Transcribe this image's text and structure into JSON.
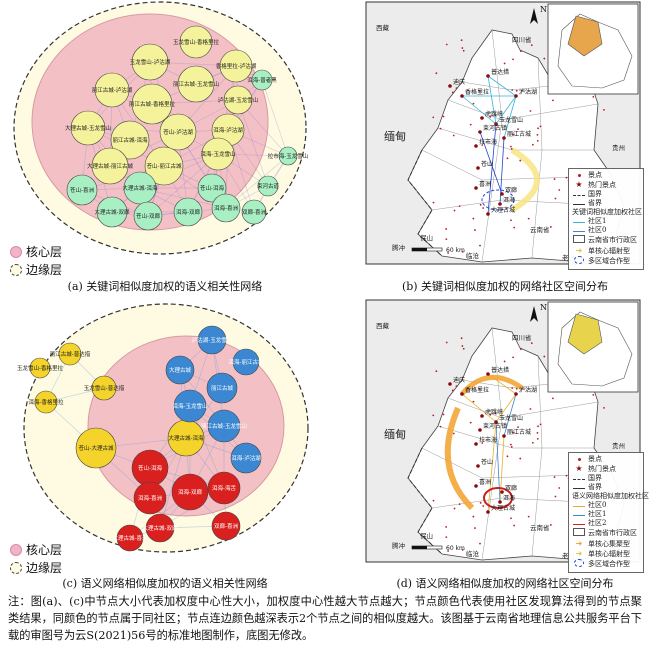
{
  "panel_a": {
    "caption": "(a) 关键词相似度加权的语义相关性网络",
    "legend_core": "核心层",
    "legend_edge": "边缘层",
    "nodes": [
      {
        "label": "玉龙雪山-香格里拉",
        "color": "yellow"
      },
      {
        "label": "玉龙雪山-泸沽湖",
        "color": "yellow"
      },
      {
        "label": "香格里拉-泸沽湖",
        "color": "yellow"
      },
      {
        "label": "丽江古城-玉龙雪山",
        "color": "yellow"
      },
      {
        "label": "丽江古城-泸沽湖",
        "color": "yellow"
      },
      {
        "label": "泸沽湖-玉龙雪山",
        "color": "yellow"
      },
      {
        "label": "丽江古城-香格里拉",
        "color": "yellow"
      },
      {
        "label": "洱海-泸沽湖",
        "color": "yellow"
      },
      {
        "label": "大理古城-玉龙雪山",
        "color": "yellow"
      },
      {
        "label": "丽江古城-洱海",
        "color": "yellow"
      },
      {
        "label": "苍山-泸沽湖",
        "color": "yellow"
      },
      {
        "label": "洱海-玉龙雪山",
        "color": "yellow"
      },
      {
        "label": "大理古城-丽江古城",
        "color": "yellow"
      },
      {
        "label": "苍山-丽江古城",
        "color": "yellow"
      },
      {
        "label": "大理古城-洱海",
        "color": "green"
      },
      {
        "label": "苍山-洱海",
        "color": "green"
      },
      {
        "label": "大理古城-双廊",
        "color": "green"
      },
      {
        "label": "苍山-双廊",
        "color": "green"
      },
      {
        "label": "洱海-双廊",
        "color": "green"
      },
      {
        "label": "洱海-喜洲",
        "color": "green"
      },
      {
        "label": "双廊-喜洲",
        "color": "green"
      },
      {
        "label": "苍山-喜洲",
        "color": "green"
      },
      {
        "label": "洱海-普者黑",
        "color": "green"
      },
      {
        "label": "拉市海-玉龙雪山",
        "color": "green"
      },
      {
        "label": "束河古道",
        "color": "green"
      }
    ]
  },
  "panel_b": {
    "caption": "(b) 关键词相似度加权的网络社区空间分布",
    "labels": {
      "xizang": "西藏",
      "sichuan": "四川省",
      "miandian": "缅甸",
      "guizhou": "贵州",
      "yunnan": "云南省",
      "laowo": "老挝",
      "baoshan": "保山",
      "tengchong": "腾冲",
      "lincang": "临沧",
      "puzhehei": "普达措",
      "deqin": "迪庆",
      "xianggelila": "香格里拉",
      "lugu": "泸沽湖",
      "hutiao": "虎跳峡",
      "yulong": "玉龙雪山",
      "shuhe": "束河古镇",
      "lijiang": "丽江古城",
      "lashi": "拉市海",
      "cangshan": "苍山",
      "xizhou": "喜洲",
      "shuanglang": "双廊",
      "erhai": "洱海",
      "dali": "大理古城",
      "scale": "60 km",
      "north": "N"
    },
    "legend": [
      {
        "sym": "dot",
        "label": "景点"
      },
      {
        "sym": "star",
        "label": "热门景点"
      },
      {
        "sym": "dash",
        "label": "国界"
      },
      {
        "sym": "line",
        "label": "省界"
      },
      {
        "sym": "text",
        "label": "关键词相似度加权社区"
      },
      {
        "sym": "cyan",
        "label": "社区1"
      },
      {
        "sym": "blue",
        "label": "社区0"
      },
      {
        "sym": "box",
        "label": "云南省市行政区"
      },
      {
        "sym": "yarrow",
        "label": "单核心辐射型"
      },
      {
        "sym": "circle",
        "label": "多区域合作型"
      }
    ]
  },
  "panel_c": {
    "caption": "(c) 语义网络相似度加权的语义相关性网络",
    "legend_core": "核心层",
    "legend_edge": "边缘层",
    "nodes": [
      {
        "label": "玉龙雪山-香格里拉",
        "color": "yellow"
      },
      {
        "label": "丽江古城-普达措",
        "color": "yellow"
      },
      {
        "label": "洱海-香格里拉",
        "color": "yellow"
      },
      {
        "label": "玉龙雪山-普达措",
        "color": "yellow"
      },
      {
        "label": "大理古城-洱海",
        "color": "yellow"
      },
      {
        "label": "苍山-大理古城",
        "color": "yellow"
      },
      {
        "label": "洱海-丽江古城",
        "color": "blue"
      },
      {
        "label": "泸沽湖-玉龙雪山",
        "color": "blue"
      },
      {
        "label": "大理古城",
        "color": "blue"
      },
      {
        "label": "丽江古城",
        "color": "blue"
      },
      {
        "label": "洱海-玉龙雪山",
        "color": "blue"
      },
      {
        "label": "丽江古城-玉龙雪山",
        "color": "blue"
      },
      {
        "label": "洱海-泸沽湖",
        "color": "blue"
      },
      {
        "label": "苍山-洱海",
        "color": "red"
      },
      {
        "label": "洱海-双廊",
        "color": "red"
      },
      {
        "label": "洱海-喜洲",
        "color": "red"
      },
      {
        "label": "洱海-海舌",
        "color": "red"
      },
      {
        "label": "大理古城-双廊",
        "color": "red"
      },
      {
        "label": "双廊-喜洲",
        "color": "red"
      },
      {
        "label": "大理古城-喜洲",
        "color": "red"
      }
    ]
  },
  "panel_d": {
    "caption": "(d) 语义网络相似度加权的网络社区空间分布",
    "legend": [
      {
        "sym": "dot",
        "label": "景点"
      },
      {
        "sym": "star",
        "label": "热门景点"
      },
      {
        "sym": "dash",
        "label": "国界"
      },
      {
        "sym": "line",
        "label": "省界"
      },
      {
        "sym": "text",
        "label": "语义网络相似度加权社区"
      },
      {
        "sym": "yellow",
        "label": "社区0"
      },
      {
        "sym": "blue",
        "label": "社区1"
      },
      {
        "sym": "red",
        "label": "社区2"
      },
      {
        "sym": "box",
        "label": "云南省市行政区"
      },
      {
        "sym": "oarrow",
        "label": "单核心集聚型"
      },
      {
        "sym": "yarrow",
        "label": "单核心辐射型"
      },
      {
        "sym": "circle",
        "label": "多区域合作型"
      }
    ]
  },
  "note": "注：图(a)、(c)中节点大小代表加权度中心性大小，加权度中心性越大节点越大；节点颜色代表使用社区发现算法得到的节点聚类结果，同颜色的节点属于同社区；节点连边颜色越深表示2个节点之间的相似度越大。该图基于云南省地理信息公共服务平台下载的审图号为云S(2021)56号的标准地图制作，底图无修改。",
  "colors": {
    "yellow": "#f4f29a",
    "green": "#a8efc3",
    "gold": "#f4d32a",
    "blue": "#3b87d1",
    "red": "#d9201e",
    "core": "#f3c1c5",
    "edge_bg": "#fffbe2",
    "map_bg": "#f0f0f0"
  }
}
